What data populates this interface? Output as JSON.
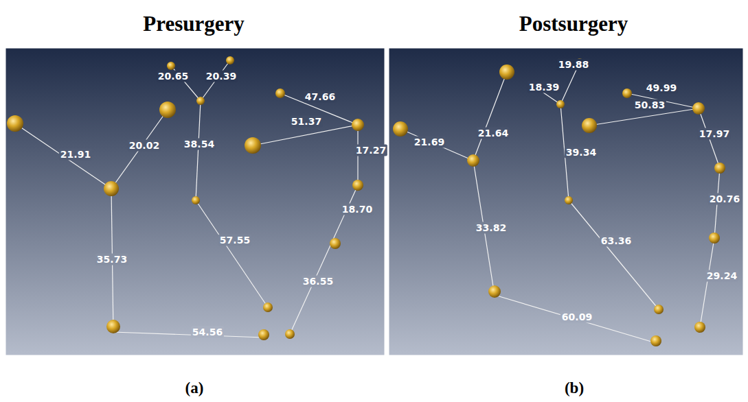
{
  "diagram": {
    "labels": [
      "Presurgery",
      "Postsurgery",
      "21.91",
      "20.02",
      "35.73",
      "54.56",
      "20.65",
      "20.39",
      "38.54",
      "57.55",
      "47.66",
      "51.37",
      "17.27",
      "18.70",
      "36.55",
      "21.69",
      "21.64",
      "33.82",
      "60.09",
      "18.39",
      "19.88",
      "39.34",
      "63.36",
      "49.99",
      "50.83",
      "17.97",
      "20.76",
      "29.24",
      "(a)",
      "(b)"
    ]
  }
}
